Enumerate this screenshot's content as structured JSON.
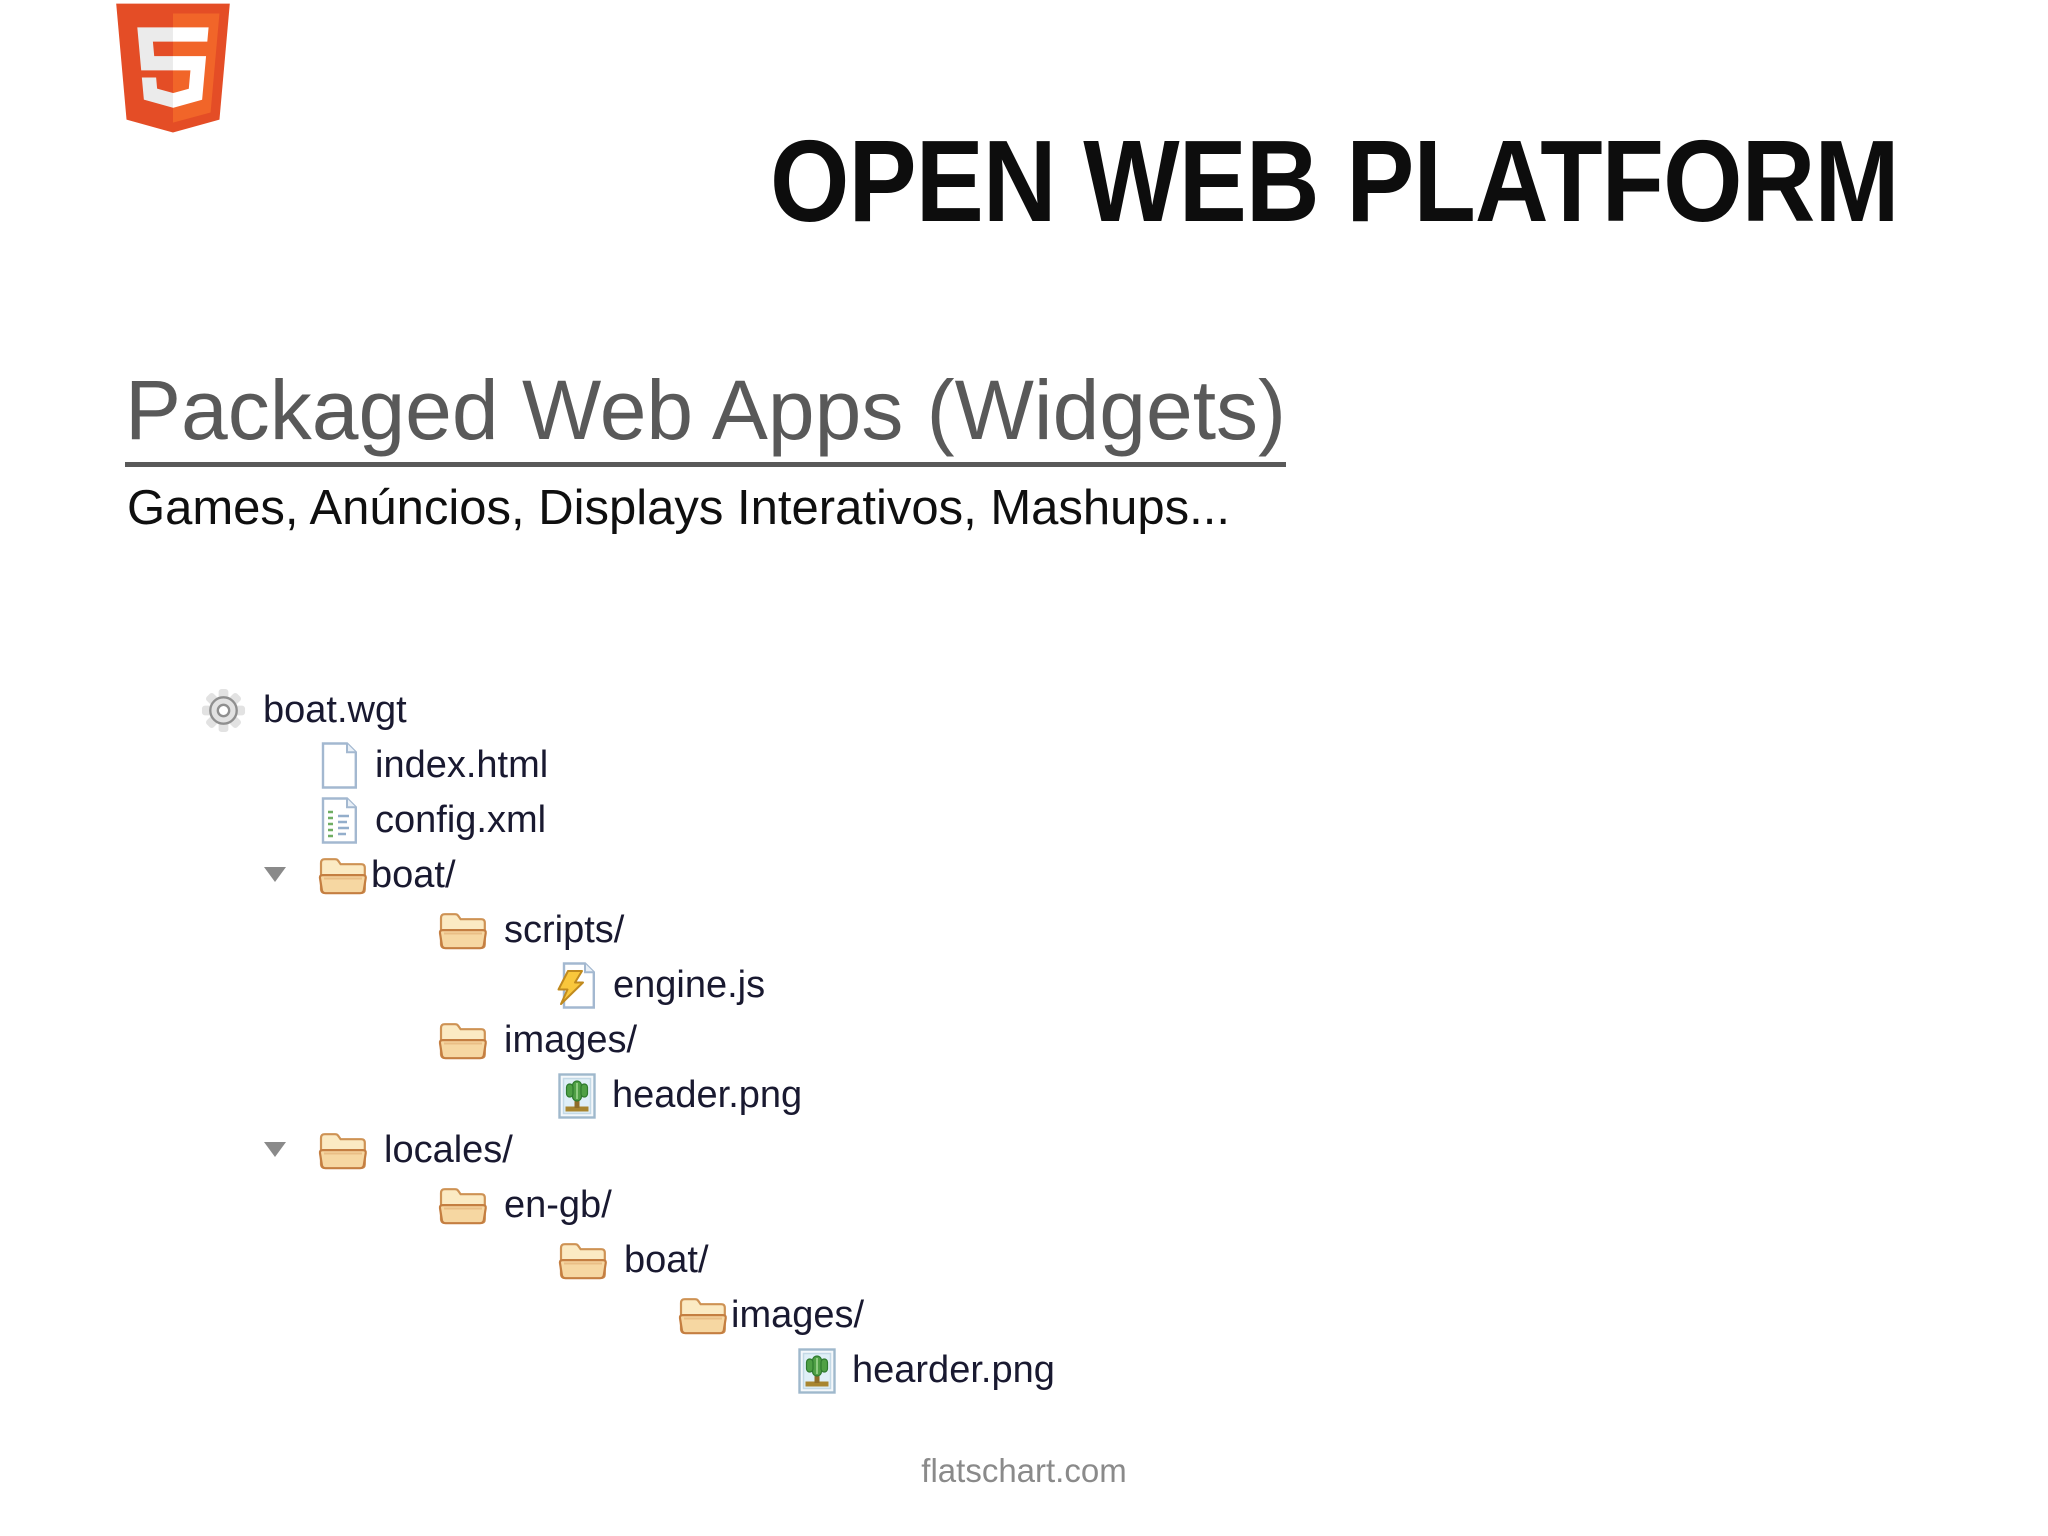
{
  "title": "OPEN WEB PLATFORM",
  "heading": "Packaged Web Apps (Widgets)",
  "subtitle": "Games, Anúncios, Displays Interativos, Mashups...",
  "footer": "flatschart.com",
  "logo": {
    "name": "html5-shield-logo"
  },
  "colors": {
    "logo_orange_dark": "#E44D26",
    "logo_orange_light": "#F16529",
    "heading_gray": "#595959",
    "title_black": "#0d0d0d",
    "tree_text": "#191930",
    "folder_tan": "#FBEAC3",
    "footer_gray": "#8a8a8a"
  },
  "tree": {
    "rows": [
      {
        "label": "boat.wgt",
        "icon": "gear-icon",
        "level": 0,
        "expanded": false
      },
      {
        "label": "index.html",
        "icon": "html-file-icon",
        "level": 1
      },
      {
        "label": "config.xml",
        "icon": "xml-file-icon",
        "level": 1
      },
      {
        "label": "boat/",
        "icon": "folder-icon",
        "level": 1,
        "expanded": true
      },
      {
        "label": "scripts/",
        "icon": "folder-icon",
        "level": 2
      },
      {
        "label": "engine.js",
        "icon": "js-file-icon",
        "level": 3
      },
      {
        "label": "images/",
        "icon": "folder-icon",
        "level": 2
      },
      {
        "label": "header.png",
        "icon": "image-file-icon",
        "level": 3
      },
      {
        "label": "locales/",
        "icon": "folder-icon",
        "level": 1,
        "expanded": true
      },
      {
        "label": "en-gb/",
        "icon": "folder-icon",
        "level": 2
      },
      {
        "label": "boat/",
        "icon": "folder-icon",
        "level": 3
      },
      {
        "label": "images/",
        "icon": "folder-icon",
        "level": 4
      },
      {
        "label": "hearder.png",
        "icon": "image-file-icon",
        "level": 5
      }
    ]
  }
}
